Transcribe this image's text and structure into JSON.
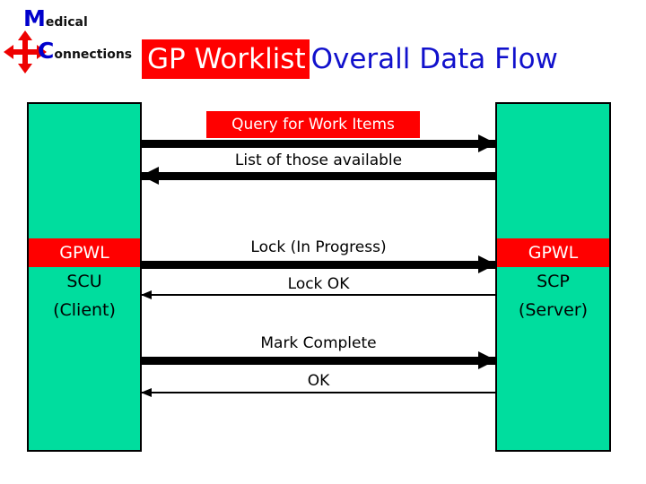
{
  "logo": {
    "cross_icon": "four-way-arrow-cross-icon",
    "word_medical_cap": "M",
    "word_medical_rest": "edical",
    "word_connections_cap": "C",
    "word_connections_rest": "onnections",
    "brand_blue": "#0000cc",
    "cross_red": "#ee0000"
  },
  "title": {
    "highlight": "GP Worklist",
    "rest": "Overall Data Flow",
    "highlight_bg": "#ff0000",
    "highlight_fg": "#ffffff",
    "rest_color": "#1111cc"
  },
  "diagram": {
    "box_fill": "#00dd9e",
    "band_fill": "#ff0000",
    "band_text_color": "#ffffff",
    "stroke": "#000000",
    "nodes": [
      {
        "id": "client",
        "line1": "GPWL",
        "line2": "SCU",
        "line3": "(Client)"
      },
      {
        "id": "server",
        "line1": "GPWL",
        "line2": "SCP",
        "line3": "(Server)"
      }
    ],
    "messages": [
      {
        "label": "Query for Work Items",
        "direction": "right",
        "weight": "thick",
        "style": "banner"
      },
      {
        "label": "List of those available",
        "direction": "left",
        "weight": "thick",
        "style": "plain"
      },
      {
        "label": "Lock (In Progress)",
        "direction": "right",
        "weight": "thick",
        "style": "plain"
      },
      {
        "label": "Lock OK",
        "direction": "left",
        "weight": "thin",
        "style": "plain"
      },
      {
        "label": "Mark Complete",
        "direction": "right",
        "weight": "thick",
        "style": "plain"
      },
      {
        "label": "OK",
        "direction": "left",
        "weight": "thin",
        "style": "plain"
      }
    ]
  }
}
